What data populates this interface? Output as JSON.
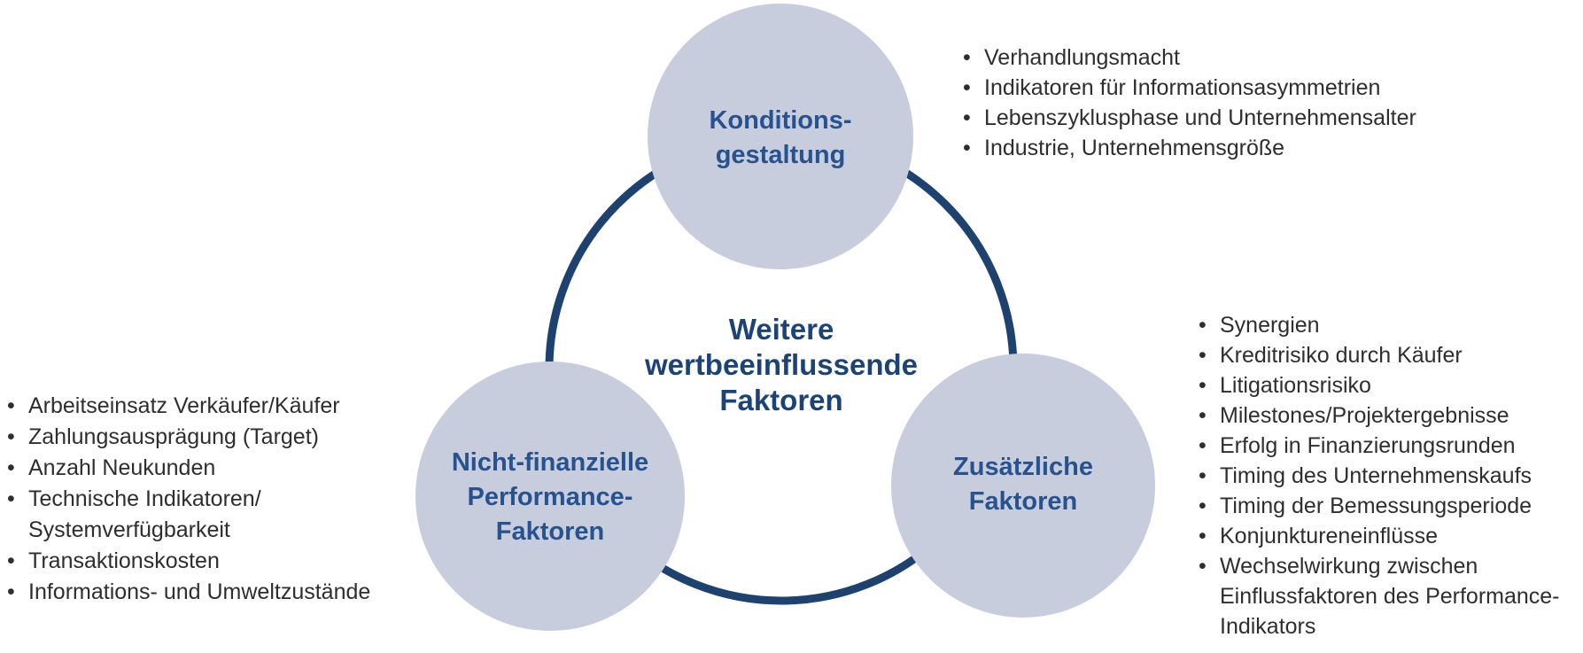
{
  "diagram": {
    "center_title": "Weitere\nwertbeeinflussende\nFaktoren",
    "nodes": [
      {
        "id": "konditionsgestaltung",
        "label": "Konditions-\ngestaltung",
        "items": [
          "Verhandlungsmacht",
          "Indikatoren für Informationsasymmetrien",
          "Lebenszyklusphase und Unternehmensalter",
          "Industrie, Unternehmensgröße"
        ]
      },
      {
        "id": "nicht-finanzielle-performance-faktoren",
        "label": "Nicht-finanzielle\nPerformance-\nFaktoren",
        "items": [
          "Arbeitseinsatz Verkäufer/Käufer",
          "Zahlungsausprägung (Target)",
          "Anzahl Neukunden",
          "Technische Indikatoren/\nSystemverfügbarkeit",
          "Transaktionskosten",
          "Informations- und Umweltzustände"
        ]
      },
      {
        "id": "zusaetzliche-faktoren",
        "label": "Zusätzliche\nFaktoren",
        "items": [
          "Synergien",
          "Kreditrisiko durch Käufer",
          "Litigationsrisiko",
          "Milestones/Projektergebnisse",
          "Erfolg in Finanzierungsrunden",
          "Timing des Unternehmenskaufs",
          "Timing der Bemessungsperiode",
          "Konjunktureneinflüsse",
          "Wechselwirkung zwischen\nEinflussfaktoren des Performance-\nIndikators"
        ]
      }
    ],
    "colors": {
      "circle_fill": "#c8cdde",
      "ring_stroke": "#1e426f",
      "node_label_text": "#26538f",
      "center_title_text": "#1c4377",
      "list_text": "#2e2e2e"
    }
  }
}
